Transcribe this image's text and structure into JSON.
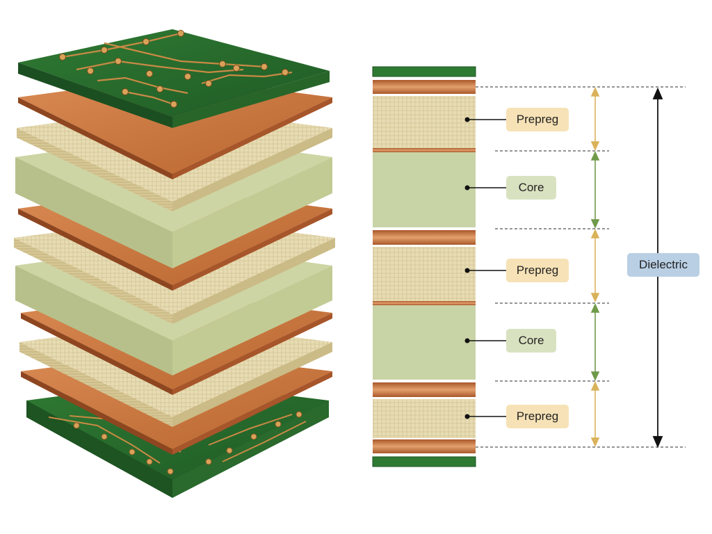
{
  "labels": {
    "prepreg_1": "Prepreg",
    "core_1": "Core",
    "prepreg_2": "Prepreg",
    "core_2": "Core",
    "prepreg_3": "Prepreg",
    "dielectric": "Dielectric"
  },
  "colors": {
    "solder_mask": "#2c6b2e",
    "copper": "#c8743e",
    "prepreg": "#e7dcb6",
    "core": "#c8d3a6",
    "prepreg_arrow": "#d9b25a",
    "core_arrow": "#6f9a4a",
    "dielectric_arrow": "#111111",
    "prepreg_tag": "#f6e2b6",
    "core_tag": "#d8e2c0",
    "dielectric_tag": "#b9cfe4"
  },
  "stackup": [
    {
      "layer": "solder-mask"
    },
    {
      "layer": "copper"
    },
    {
      "layer": "prepreg"
    },
    {
      "layer": "copper"
    },
    {
      "layer": "core"
    },
    {
      "layer": "copper"
    },
    {
      "layer": "prepreg"
    },
    {
      "layer": "copper"
    },
    {
      "layer": "core"
    },
    {
      "layer": "copper"
    },
    {
      "layer": "prepreg"
    },
    {
      "layer": "copper"
    },
    {
      "layer": "solder-mask"
    }
  ]
}
